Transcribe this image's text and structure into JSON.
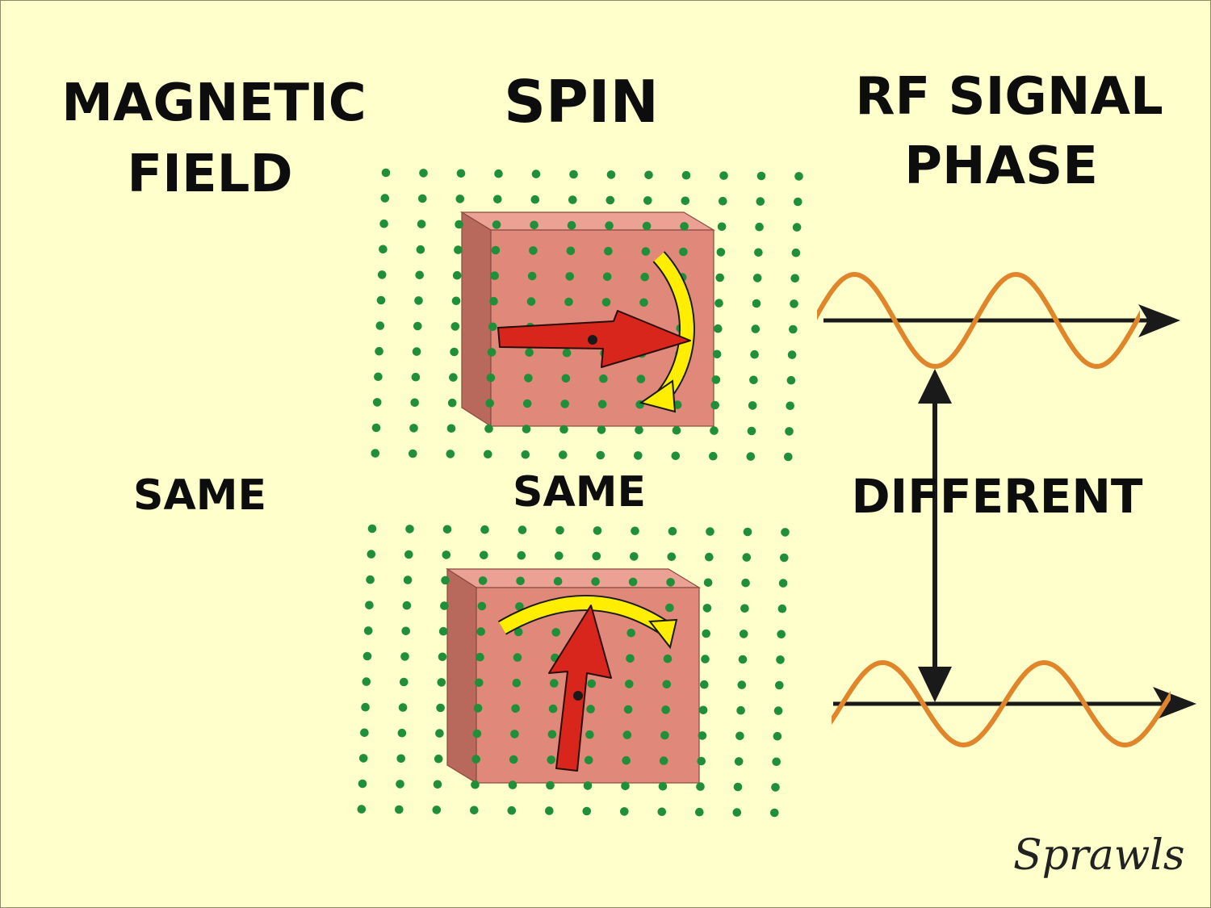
{
  "headers": {
    "magnetic_field_line1": "MAGNETIC",
    "magnetic_field_line2": "FIELD",
    "spin": "SPIN",
    "rf_line1": "RF SIGNAL",
    "rf_line2": "PHASE"
  },
  "values": {
    "magnetic_field": "SAME",
    "spin": "SAME",
    "phase": "DIFFERENT"
  },
  "signature": "Sprawls",
  "colors": {
    "background": "#ffffcc",
    "field_dots": "#1f8f3a",
    "tissue_block": "#e0897a",
    "spin_arrow": "#d9261c",
    "rotation_arrow": "#ffee00",
    "rf_wave": "#e0852a",
    "axis": "#1a1a1a"
  }
}
